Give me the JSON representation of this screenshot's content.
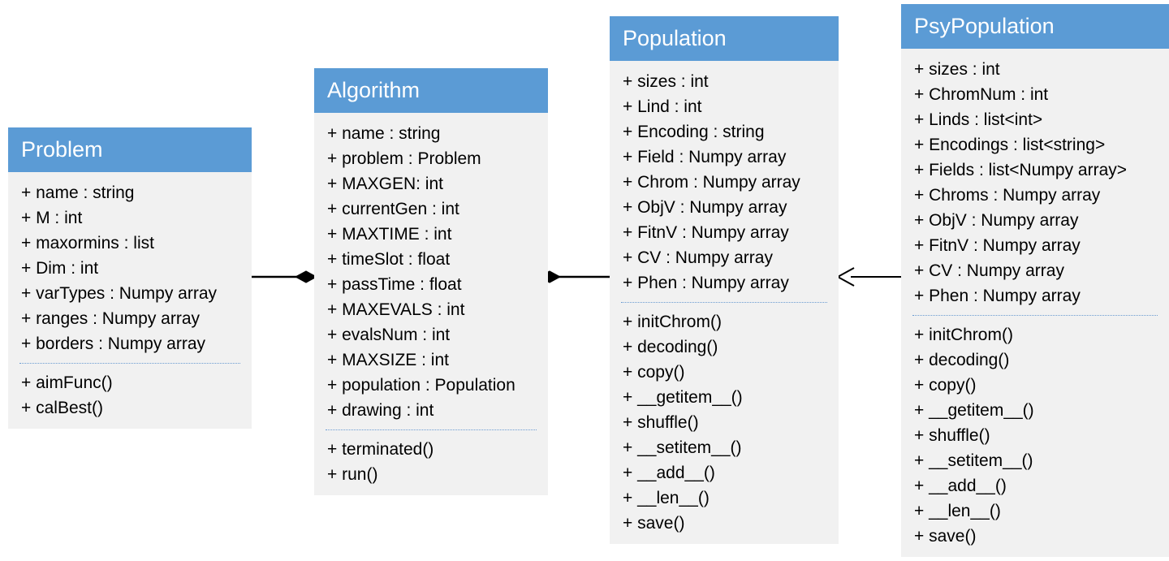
{
  "diagram": {
    "type": "uml-class-diagram",
    "accent_color": "#5b9bd5",
    "body_color": "#f1f1f1",
    "classes": [
      {
        "id": "problem",
        "title": "Problem",
        "attributes": [
          "+ name : string",
          "+ M : int",
          "+ maxormins : list",
          "+ Dim : int",
          "+ varTypes : Numpy array",
          "+ ranges : Numpy array",
          "+ borders : Numpy array"
        ],
        "methods": [
          "+ aimFunc()",
          "+ calBest()"
        ]
      },
      {
        "id": "algorithm",
        "title": "Algorithm",
        "attributes": [
          "+ name : string",
          "+ problem : Problem",
          "+ MAXGEN: int",
          "+ currentGen : int",
          "+ MAXTIME : int",
          "+ timeSlot : float",
          "+ passTime : float",
          "+ MAXEVALS : int",
          "+ evalsNum : int",
          "+ MAXSIZE : int",
          "+ population : Population",
          "+ drawing : int"
        ],
        "methods": [
          "+ terminated()",
          "+ run()"
        ]
      },
      {
        "id": "population",
        "title": "Population",
        "attributes": [
          "+ sizes : int",
          "+ Lind : int",
          "+ Encoding : string",
          "+ Field : Numpy array",
          "+ Chrom : Numpy array",
          "+ ObjV : Numpy array",
          "+ FitnV : Numpy array",
          "+ CV : Numpy array",
          "+ Phen : Numpy array"
        ],
        "methods": [
          "+ initChrom()",
          "+ decoding()",
          "+ copy()",
          "+ __getitem__()",
          "+ shuffle()",
          "+ __setitem__()",
          "+ __add__()",
          "+ __len__()",
          "+ save()"
        ]
      },
      {
        "id": "psypopulation",
        "title": "PsyPopulation",
        "attributes": [
          "+ sizes : int",
          "+ ChromNum : int",
          "+ Linds : list<int>",
          "+ Encodings : list<string>",
          "+ Fields : list<Numpy array>",
          "+ Chroms : Numpy array",
          "+ ObjV : Numpy array",
          "+ FitnV : Numpy array",
          "+ CV : Numpy array",
          "+ Phen : Numpy array"
        ],
        "methods": [
          "+ initChrom()",
          "+ decoding()",
          "+ copy()",
          "+ __getitem__()",
          "+ shuffle()",
          "+ __setitem__()",
          "+ __add__()",
          "+ __len__()",
          "+ save()"
        ]
      }
    ],
    "relations": [
      {
        "id": "problem-algorithm",
        "type": "composition",
        "from": "problem",
        "to": "algorithm"
      },
      {
        "id": "algorithm-population",
        "type": "composition",
        "from": "population",
        "to": "algorithm"
      },
      {
        "id": "psypopulation-population",
        "type": "generalization",
        "from": "psypopulation",
        "to": "population"
      }
    ]
  }
}
